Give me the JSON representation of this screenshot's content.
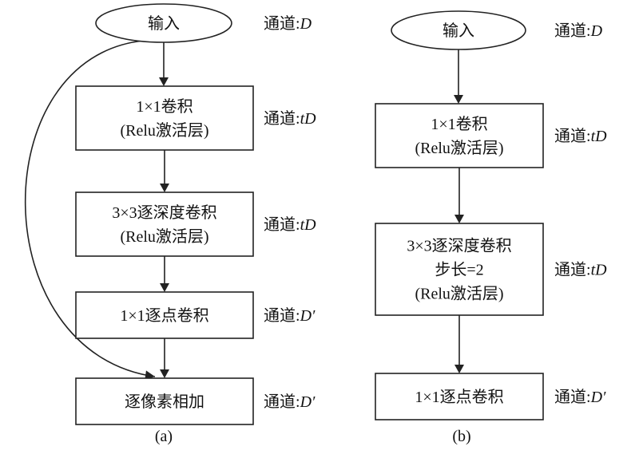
{
  "diagrams": [
    {
      "id": "a",
      "caption": "(a)",
      "nodes": [
        {
          "id": "a-input",
          "shape": "ellipse",
          "lines": [
            "输入"
          ],
          "channel": {
            "label": "通道:",
            "symbol": "D"
          }
        },
        {
          "id": "a-conv1",
          "shape": "rect",
          "lines": [
            "1×1卷积",
            "(Relu激活层)"
          ],
          "channel": {
            "label": "通道:",
            "symbol": "tD"
          }
        },
        {
          "id": "a-dwconv",
          "shape": "rect",
          "lines": [
            "3×3逐深度卷积",
            "(Relu激活层)"
          ],
          "channel": {
            "label": "通道:",
            "symbol": "tD"
          }
        },
        {
          "id": "a-pwconv",
          "shape": "rect",
          "lines": [
            "1×1逐点卷积"
          ],
          "channel": {
            "label": "通道:",
            "symbol": "D′"
          }
        },
        {
          "id": "a-add",
          "shape": "rect",
          "lines": [
            "逐像素相加"
          ],
          "channel": {
            "label": "通道:",
            "symbol": "D′"
          }
        }
      ],
      "edges": [
        {
          "from": "a-input",
          "to": "a-conv1"
        },
        {
          "from": "a-conv1",
          "to": "a-dwconv"
        },
        {
          "from": "a-dwconv",
          "to": "a-pwconv"
        },
        {
          "from": "a-pwconv",
          "to": "a-add"
        },
        {
          "from": "a-input",
          "to": "a-add",
          "type": "skip-curve"
        }
      ]
    },
    {
      "id": "b",
      "caption": "(b)",
      "nodes": [
        {
          "id": "b-input",
          "shape": "ellipse",
          "lines": [
            "输入"
          ],
          "channel": {
            "label": "通道:",
            "symbol": "D"
          }
        },
        {
          "id": "b-conv1",
          "shape": "rect",
          "lines": [
            "1×1卷积",
            "(Relu激活层)"
          ],
          "channel": {
            "label": "通道:",
            "symbol": "tD"
          }
        },
        {
          "id": "b-dwconv",
          "shape": "rect",
          "lines": [
            "3×3逐深度卷积",
            "步长=2",
            "(Relu激活层)"
          ],
          "channel": {
            "label": "通道:",
            "symbol": "tD"
          }
        },
        {
          "id": "b-pwconv",
          "shape": "rect",
          "lines": [
            "1×1逐点卷积"
          ],
          "channel": {
            "label": "通道:",
            "symbol": "D′"
          }
        }
      ],
      "edges": [
        {
          "from": "b-input",
          "to": "b-conv1"
        },
        {
          "from": "b-conv1",
          "to": "b-dwconv"
        },
        {
          "from": "b-dwconv",
          "to": "b-pwconv"
        }
      ]
    }
  ]
}
